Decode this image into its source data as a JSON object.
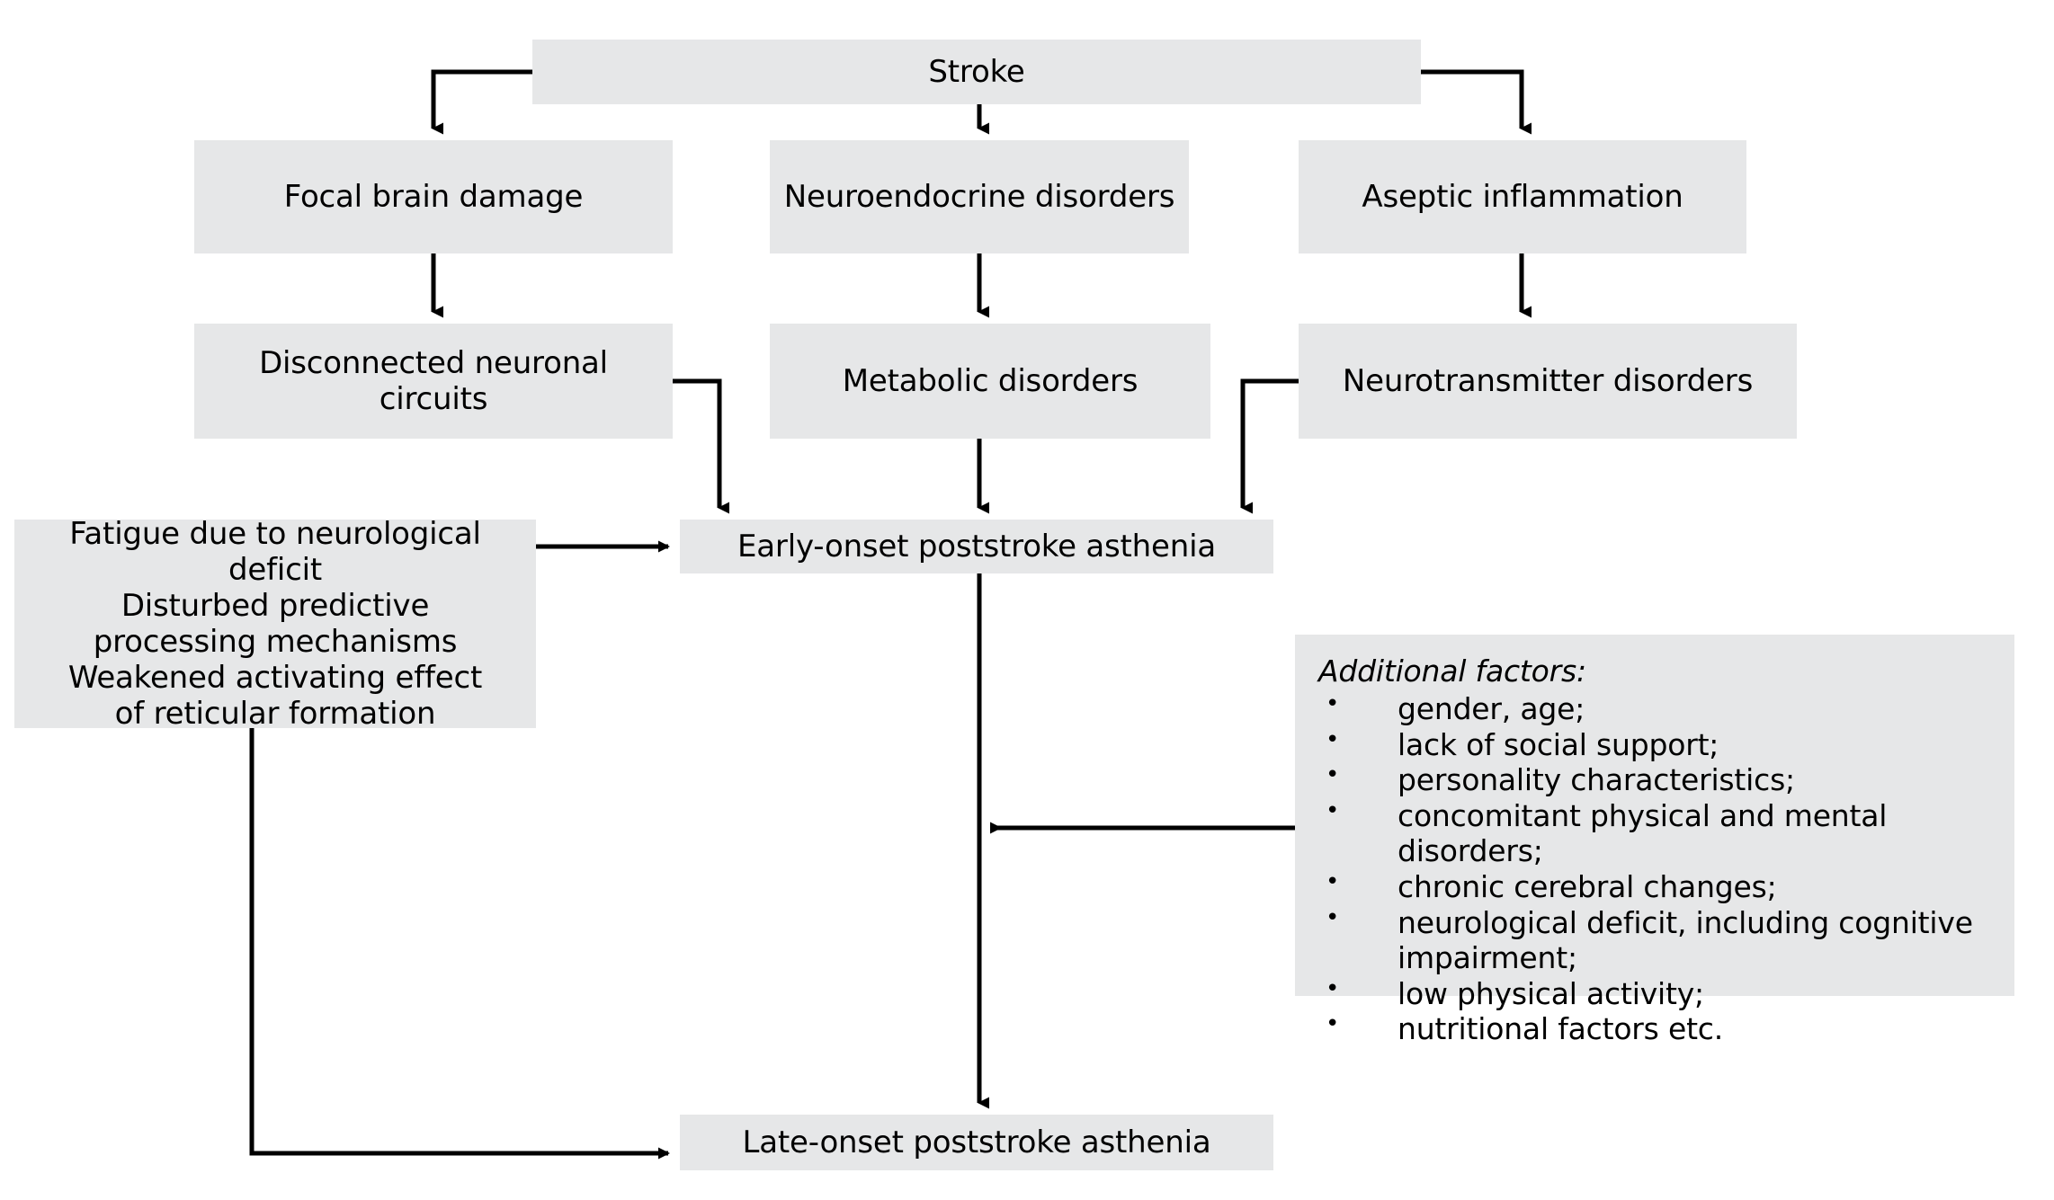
{
  "diagram": {
    "title": "Pathogenesis of poststroke asthenia flowchart",
    "box_fill": "#e6e7e8",
    "line_color": "#000000",
    "background": "#ffffff",
    "nodes": {
      "stroke": "Stroke",
      "focal_brain_damage": "Focal brain damage",
      "neuroendocrine_disorders": "Neuroendocrine disorders",
      "aseptic_inflammation": "Aseptic inflammation",
      "disconnected_neuronal_circuits": "Disconnected neuronal circuits",
      "metabolic_disorders": "Metabolic disorders",
      "neurotransmitter_disorders": "Neurotransmitter disorders",
      "fatigue_block": "Fatigue due to neurological deficit\nDisturbed predictive\nprocessing mechanisms\nWeakened activating effect\nof reticular formation",
      "early_onset": "Early-onset poststroke asthenia",
      "late_onset": "Late-onset poststroke asthenia"
    },
    "additional_factors": {
      "title": "Additional factors:",
      "items": [
        "gender, age;",
        "lack of social support;",
        "personality characteristics;",
        "concomitant physical and mental disorders;",
        "chronic cerebral changes;",
        "neurological deficit, including cognitive\nimpairment;",
        "low physical activity;",
        "nutritional factors etc."
      ]
    },
    "edges": [
      {
        "from": "stroke",
        "to": "focal_brain_damage"
      },
      {
        "from": "stroke",
        "to": "neuroendocrine_disorders"
      },
      {
        "from": "stroke",
        "to": "aseptic_inflammation"
      },
      {
        "from": "focal_brain_damage",
        "to": "disconnected_neuronal_circuits"
      },
      {
        "from": "neuroendocrine_disorders",
        "to": "metabolic_disorders"
      },
      {
        "from": "aseptic_inflammation",
        "to": "neurotransmitter_disorders"
      },
      {
        "from": "disconnected_neuronal_circuits",
        "to": "early_onset"
      },
      {
        "from": "metabolic_disorders",
        "to": "early_onset"
      },
      {
        "from": "neurotransmitter_disorders",
        "to": "early_onset"
      },
      {
        "from": "fatigue_block",
        "to": "early_onset"
      },
      {
        "from": "early_onset",
        "to": "late_onset"
      },
      {
        "from": "fatigue_block",
        "to": "late_onset"
      },
      {
        "from": "additional_factors",
        "to": "early_onset_late_onset_link"
      }
    ]
  }
}
